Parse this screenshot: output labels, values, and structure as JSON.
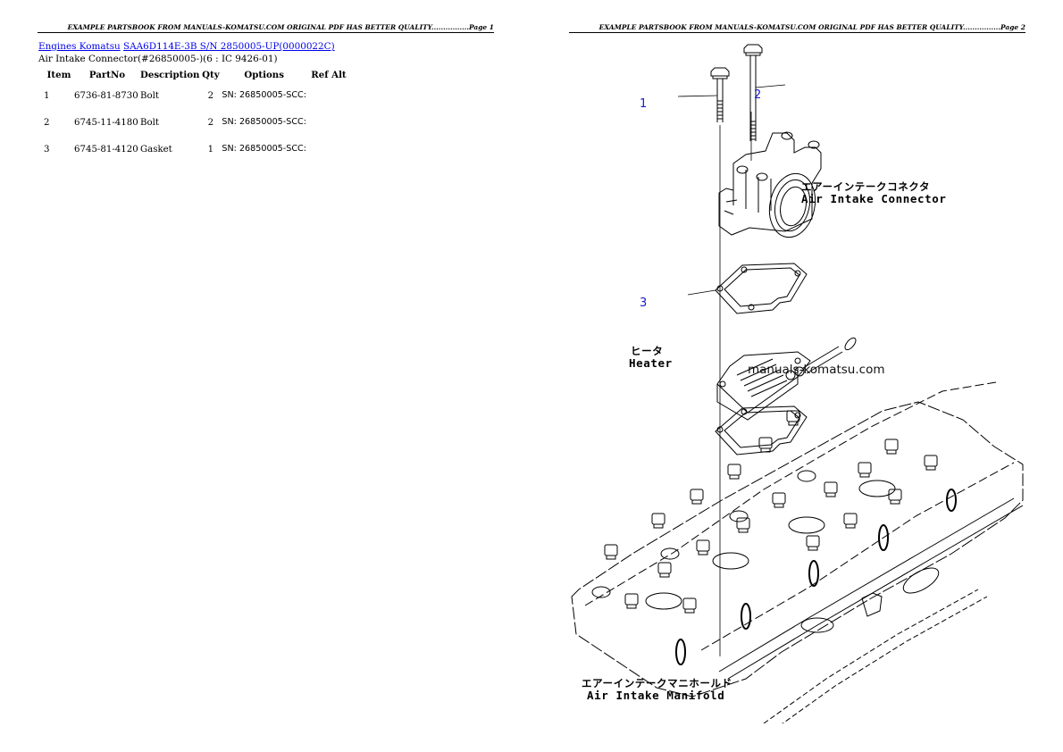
{
  "page1": {
    "header": "EXAMPLE PARTSBOOK FROM MANUALS-KOMATSU.COM ORIGINAL PDF HAS BETTER QUALITY................Page 1",
    "breadcrumb": {
      "link1": "Engines Komatsu",
      "link2": "SAA6D114E-3B S/N 2850005-UP(0000022C)"
    },
    "subtitle": "Air Intake Connector(#26850005-)(6 : IC 9426-01)",
    "table": {
      "headers": [
        "Item",
        "PartNo",
        "Description",
        "Qty",
        "Options",
        "Ref Alt"
      ],
      "rows": [
        {
          "item": "1",
          "part_no": "6736-81-8730",
          "description": "Bolt",
          "qty": "2",
          "options": "SN: 26850005-SCC:",
          "ref_alt": ""
        },
        {
          "item": "2",
          "part_no": "6745-11-4180",
          "description": "Bolt",
          "qty": "2",
          "options": "SN: 26850005-SCC:",
          "ref_alt": ""
        },
        {
          "item": "3",
          "part_no": "6745-81-4120",
          "description": "Gasket",
          "qty": "1",
          "options": "SN: 26850005-SCC:",
          "ref_alt": ""
        }
      ]
    }
  },
  "page2": {
    "header": "EXAMPLE PARTSBOOK FROM MANUALS-KOMATSU.COM ORIGINAL PDF HAS BETTER QUALITY................Page 2",
    "diagram": {
      "callouts": [
        "1",
        "2",
        "3"
      ],
      "labels": {
        "connector_jp": "エアーインテークコネクタ",
        "connector_en": "Air Intake Connector",
        "heater_jp": "ヒータ",
        "heater_en": "Heater",
        "manifold_jp": "エアーインテークマニホールド",
        "manifold_en": "Air Intake Manifold"
      },
      "watermark": "manuals-komatsu.com"
    }
  },
  "colors": {
    "link": "#0000ee",
    "callout": "#1a1acc",
    "text": "#000000",
    "background": "#ffffff"
  }
}
